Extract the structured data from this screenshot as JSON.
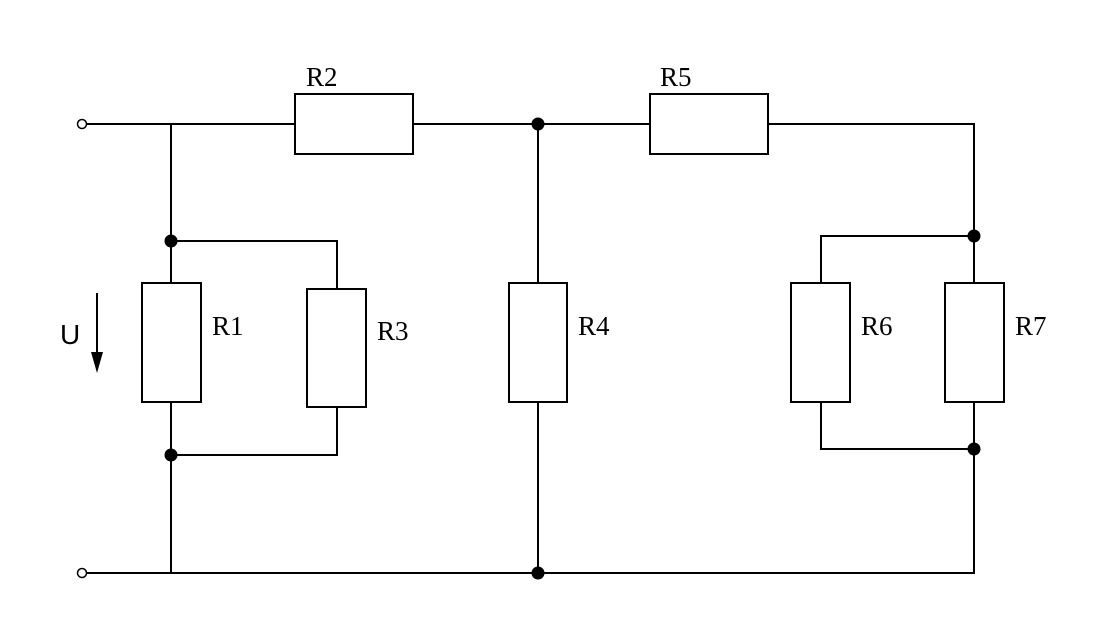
{
  "diagram": {
    "type": "circuit",
    "voltage": {
      "label": "U",
      "arrow": "down"
    },
    "resistors": [
      {
        "id": "R1",
        "label": "R1"
      },
      {
        "id": "R2",
        "label": "R2"
      },
      {
        "id": "R3",
        "label": "R3"
      },
      {
        "id": "R4",
        "label": "R4"
      },
      {
        "id": "R5",
        "label": "R5"
      },
      {
        "id": "R6",
        "label": "R6"
      },
      {
        "id": "R7",
        "label": "R7"
      }
    ]
  }
}
